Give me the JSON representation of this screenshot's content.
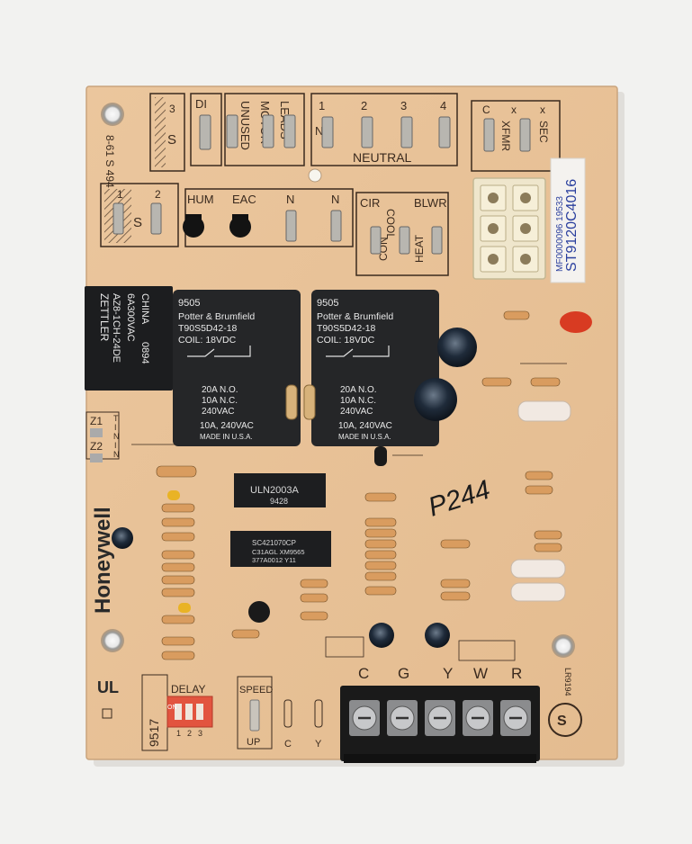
{
  "colors": {
    "background": "#f2f2f0",
    "board": "#e8c197",
    "silkscreen": "#3a2a1e",
    "relay": "#252628",
    "terminal_block": "#1a1a1a",
    "dip_switch": "#e2543f",
    "capacitor": "#1d2a3a"
  },
  "board": {
    "model_label": "ST9120C4016",
    "code_label": "MF0000096 19533",
    "date_code": "8-61 S 494",
    "brand": "Honeywell",
    "handwritten": "P244",
    "part_number": "9517"
  },
  "top_terminals": {
    "di": "DI",
    "pins_3_s": [
      "3",
      "S"
    ],
    "unused_motor_leads": [
      "UNUSED",
      "MOTOR",
      "LEADS"
    ],
    "neutral_pins": [
      "1",
      "2",
      "3",
      "4"
    ],
    "n": "N",
    "neutral": "NEUTRAL",
    "xfmr_header": [
      "C",
      "x",
      "x"
    ],
    "xfmr_labels": [
      "XFMR",
      "SEC"
    ]
  },
  "mid_terminals": {
    "pins_1_2": [
      "1",
      "2"
    ],
    "s": "S",
    "hum": "HUM",
    "eac": "EAC",
    "n1": "N",
    "n2": "N",
    "cir": "CIR",
    "blwr": "BLWR",
    "cool": "COOL",
    "con": "CON",
    "heat": "HEAT"
  },
  "zettler": {
    "brand": "ZETTLER",
    "model": "AZ8-1CH-24DE",
    "rating": "6A300VAC",
    "country": "CHINA",
    "code": "0894"
  },
  "relays": [
    {
      "number": "9505",
      "maker": "Potter & Brumfield",
      "model": "T90S5D42-18",
      "coil": "COIL: 18VDC",
      "ratings": [
        "20A N.O.",
        "10A N.C.",
        "240VAC"
      ],
      "ac_rating": "10A, 240VAC",
      "origin": "MADE IN U.S.A."
    },
    {
      "number": "9505",
      "maker": "Potter & Brumfield",
      "model": "T90S5D42-18",
      "coil": "COIL: 18VDC",
      "ratings": [
        "20A N.O.",
        "10A N.C.",
        "240VAC"
      ],
      "ac_rating": "10A, 240VAC",
      "origin": "MADE IN U.S.A."
    }
  ],
  "ics": [
    {
      "label": "ULN2003A",
      "code": "9428"
    },
    {
      "label": "SC421070CP",
      "code": "C31AGL XM9565",
      "code2": "377A0012 Y11"
    }
  ],
  "side_labels": {
    "z1": "Z1",
    "z2": "Z2",
    "t_in": "T",
    "i_in": "I",
    "n_in": "N",
    "l_in": "I",
    "n_in2": "N"
  },
  "bottom": {
    "delay": "DELAY",
    "on": "ON",
    "dip_numbers": [
      "1",
      "2",
      "3"
    ],
    "speed": "SPEED",
    "up": "UP",
    "c": "C",
    "y": "Y",
    "terminals": [
      "C",
      "G",
      "Y",
      "W",
      "R"
    ],
    "ul_code": "LR9194"
  }
}
